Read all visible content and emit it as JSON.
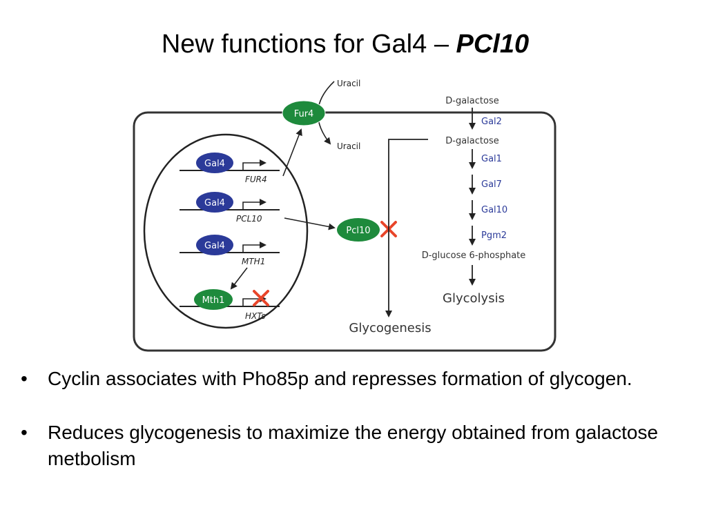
{
  "slide": {
    "title_prefix": "New functions for Gal4 – ",
    "title_emphasis": "PCl10"
  },
  "diagram": {
    "uracil_top": "Uracil",
    "uracil_bottom": "Uracil",
    "fur4_protein": "Fur4",
    "gal4_label": "Gal4",
    "genes": [
      "FUR4",
      "PCL10",
      "MTH1",
      "HXTs"
    ],
    "mth1_protein": "Mth1",
    "pcl10_protein": "Pcl10",
    "pathway": {
      "galactose_outside": "D-galactose",
      "galactose_inside": "D-galactose",
      "enzymes": [
        "Gal2",
        "Gal1",
        "Gal7",
        "Gal10",
        "Pgm2"
      ],
      "glucose6p": "D-glucose 6-phosphate",
      "glycolysis": "Glycolysis",
      "glycogenesis": "Glycogenesis"
    },
    "colors": {
      "gal4_fill": "#2b3a99",
      "green_protein_fill": "#1e8a3c",
      "inhibit_x": "#e8452a",
      "enzyme_text": "#2b3a99"
    }
  },
  "bullets": [
    "Cyclin associates with Pho85p and represses formation of glycogen.",
    "Reduces glycogenesis to maximize the energy obtained from galactose metbolism"
  ],
  "bullet_symbol": "•"
}
